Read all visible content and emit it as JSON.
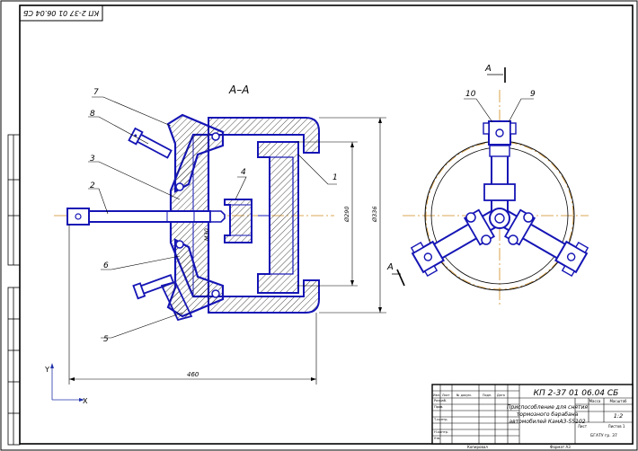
{
  "drawing": {
    "designation": "КП 2-37 01 06.04 СБ",
    "designation_rotated": "КП 2-37 01 06.04 СБ",
    "title_line1": "Приспособление для снятия",
    "title_line2": "тормозного барабана",
    "title_line3": "автомобилей КамАЗ-55102",
    "section_label": "А–А",
    "cut_label_top": "А",
    "cut_label_bottom": "А",
    "scale": "1:2",
    "sheets": "Листов 1",
    "sheet_word": "Лист",
    "mass_word": "Масса",
    "scale_word": "Масштаб",
    "org_line1": "БГАТУ гр. 37",
    "format": "Формат А3",
    "copied": "Копировал"
  },
  "dimensions": {
    "overall_length": "460",
    "diameter_inner": "Ø290",
    "diameter_outer": "Ø336",
    "thread": "M30"
  },
  "callouts": {
    "c1": "1",
    "c2": "2",
    "c3": "3",
    "c4": "4",
    "c5": "5",
    "c6": "6",
    "c7": "7",
    "c8": "8",
    "c9": "9",
    "c10": "10"
  },
  "axes": {
    "x": "X",
    "y": "Y"
  },
  "title_block": {
    "rows": [
      "Изм.",
      "Лист",
      "№ докум.",
      "Подп.",
      "Дата"
    ],
    "roles": [
      "Разраб.",
      "Пров.",
      "Т.контр.",
      "Н.контр.",
      "Утв."
    ]
  }
}
